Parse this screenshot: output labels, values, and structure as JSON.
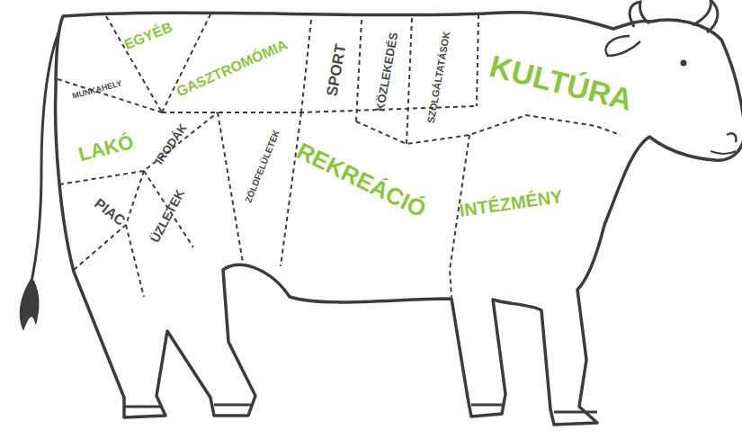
{
  "diagram": {
    "labels": [
      "EGYÉB",
      "MUNKAHELY",
      "GASZTROMÓMIA",
      "SPORT",
      "KÖZLEKEDÉS",
      "SZOLGÁLTATÁSOK",
      "KULTÚRA",
      "LAKÓ",
      "IRODÁK",
      "ZÖLDFELÜLETEK",
      "REKREÁCIÓ",
      "INTÉZMÉNY",
      "PIAC",
      "ÜZLETEK"
    ]
  }
}
